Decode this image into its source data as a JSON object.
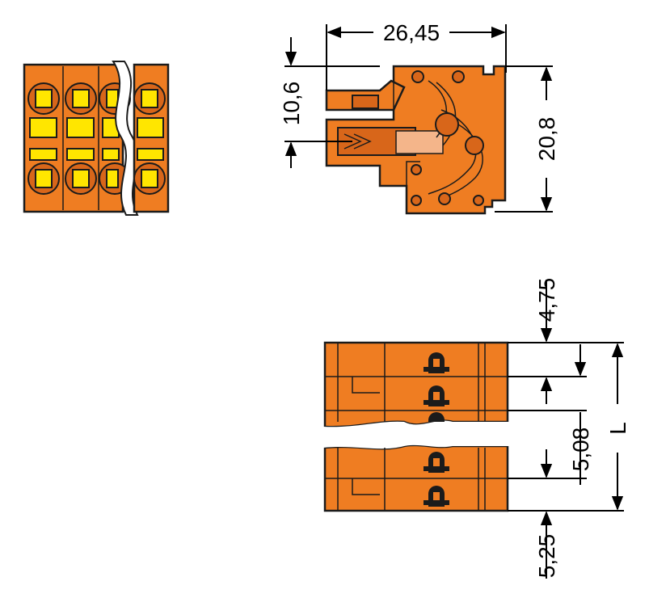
{
  "dimensions": {
    "width_top": "26,45",
    "height_left": "10,6",
    "height_right": "20,8",
    "offset_top": "4,75",
    "pitch": "5,08",
    "length": "L",
    "offset_bottom": "5,25"
  },
  "colors": {
    "housing": "#ef7d22",
    "housing_dark": "#d8661a",
    "clamp": "#ffe600",
    "line": "#1b1b1b"
  }
}
